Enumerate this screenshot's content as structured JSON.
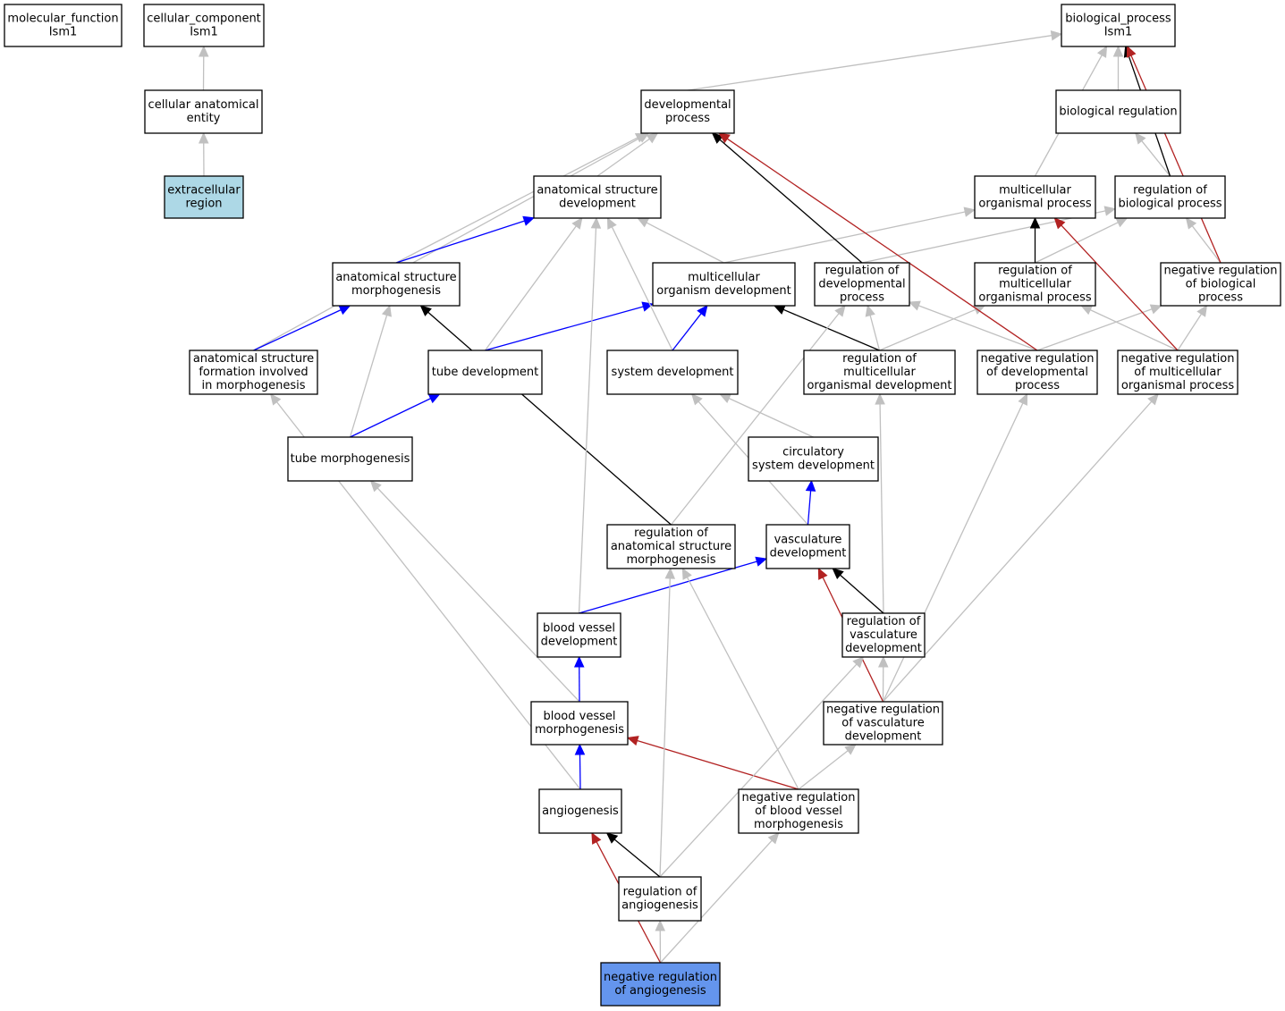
{
  "colors": {
    "is_a": "#c0c0c0",
    "part_of": "#0000ff",
    "regulates": "#000000",
    "negatively_regulates": "#b22222",
    "default_fill": "#ffffff",
    "cellular_component_fill": "#add8e6",
    "query_fill": "#6495ed"
  },
  "nodes": [
    {
      "id": "mf",
      "lines": [
        "molecular_function",
        "Ism1"
      ]
    },
    {
      "id": "cc",
      "lines": [
        "cellular_component",
        "Ism1"
      ]
    },
    {
      "id": "bp",
      "lines": [
        "biological_process",
        "Ism1"
      ]
    },
    {
      "id": "cae",
      "lines": [
        "cellular anatomical",
        "entity"
      ]
    },
    {
      "id": "dp",
      "lines": [
        "developmental",
        "process"
      ]
    },
    {
      "id": "br",
      "lines": [
        "biological regulation"
      ]
    },
    {
      "id": "er",
      "lines": [
        "extracellular",
        "region"
      ],
      "fill": "cellular_component_fill"
    },
    {
      "id": "asd",
      "lines": [
        "anatomical structure",
        "development"
      ]
    },
    {
      "id": "mop",
      "lines": [
        "multicellular",
        "organismal process"
      ]
    },
    {
      "id": "rbp",
      "lines": [
        "regulation of",
        "biological process"
      ]
    },
    {
      "id": "asm",
      "lines": [
        "anatomical structure",
        "morphogenesis"
      ]
    },
    {
      "id": "mod",
      "lines": [
        "multicellular",
        "organism development"
      ]
    },
    {
      "id": "rdp",
      "lines": [
        "regulation of",
        "developmental",
        "process"
      ]
    },
    {
      "id": "rmop",
      "lines": [
        "regulation of",
        "multicellular",
        "organismal process"
      ]
    },
    {
      "id": "nrbp",
      "lines": [
        "negative regulation",
        "of biological",
        "process"
      ]
    },
    {
      "id": "asf",
      "lines": [
        "anatomical structure",
        "formation involved",
        "in morphogenesis"
      ]
    },
    {
      "id": "td",
      "lines": [
        "tube development"
      ]
    },
    {
      "id": "sd",
      "lines": [
        "system development"
      ]
    },
    {
      "id": "rmod",
      "lines": [
        "regulation of",
        "multicellular",
        "organismal development"
      ]
    },
    {
      "id": "nrdp",
      "lines": [
        "negative regulation",
        "of developmental",
        "process"
      ]
    },
    {
      "id": "nrmop",
      "lines": [
        "negative regulation",
        "of multicellular",
        "organismal process"
      ]
    },
    {
      "id": "tm",
      "lines": [
        "tube morphogenesis"
      ]
    },
    {
      "id": "csd",
      "lines": [
        "circulatory",
        "system development"
      ]
    },
    {
      "id": "rasm",
      "lines": [
        "regulation of",
        "anatomical structure",
        "morphogenesis"
      ]
    },
    {
      "id": "vd",
      "lines": [
        "vasculature",
        "development"
      ]
    },
    {
      "id": "bvd",
      "lines": [
        "blood vessel",
        "development"
      ]
    },
    {
      "id": "rvd",
      "lines": [
        "regulation of",
        "vasculature",
        "development"
      ]
    },
    {
      "id": "bvm",
      "lines": [
        "blood vessel",
        "morphogenesis"
      ]
    },
    {
      "id": "nrvd",
      "lines": [
        "negative regulation",
        "of vasculature",
        "development"
      ]
    },
    {
      "id": "ang",
      "lines": [
        "angiogenesis"
      ]
    },
    {
      "id": "nrbvm",
      "lines": [
        "negative regulation",
        "of blood vessel",
        "morphogenesis"
      ]
    },
    {
      "id": "ra",
      "lines": [
        "regulation of",
        "angiogenesis"
      ]
    },
    {
      "id": "nra",
      "lines": [
        "negative regulation",
        "of angiogenesis"
      ],
      "fill": "query_fill"
    }
  ],
  "edges": [
    {
      "from": "cae",
      "to": "cc",
      "type": "is_a"
    },
    {
      "from": "er",
      "to": "cae",
      "type": "is_a"
    },
    {
      "from": "dp",
      "to": "bp",
      "type": "is_a"
    },
    {
      "from": "br",
      "to": "bp",
      "type": "is_a"
    },
    {
      "from": "mop",
      "to": "bp",
      "type": "is_a"
    },
    {
      "from": "rbp",
      "to": "br",
      "type": "is_a"
    },
    {
      "from": "rbp",
      "to": "bp",
      "type": "regulates"
    },
    {
      "from": "nrbp",
      "to": "rbp",
      "type": "is_a"
    },
    {
      "from": "nrbp",
      "to": "bp",
      "type": "negatively_regulates"
    },
    {
      "from": "asd",
      "to": "dp",
      "type": "is_a"
    },
    {
      "from": "asm",
      "to": "dp",
      "type": "is_a"
    },
    {
      "from": "asf",
      "to": "dp",
      "type": "is_a"
    },
    {
      "from": "asm",
      "to": "asd",
      "type": "part_of"
    },
    {
      "from": "mod",
      "to": "asd",
      "type": "is_a"
    },
    {
      "from": "mod",
      "to": "mop",
      "type": "is_a"
    },
    {
      "from": "rdp",
      "to": "rbp",
      "type": "is_a"
    },
    {
      "from": "rdp",
      "to": "dp",
      "type": "regulates"
    },
    {
      "from": "rmop",
      "to": "rbp",
      "type": "is_a"
    },
    {
      "from": "rmop",
      "to": "mop",
      "type": "regulates"
    },
    {
      "from": "asf",
      "to": "asm",
      "type": "part_of"
    },
    {
      "from": "td",
      "to": "asd",
      "type": "is_a"
    },
    {
      "from": "td",
      "to": "mod",
      "type": "part_of"
    },
    {
      "from": "sd",
      "to": "asd",
      "type": "is_a"
    },
    {
      "from": "sd",
      "to": "mod",
      "type": "part_of"
    },
    {
      "from": "rmod",
      "to": "rdp",
      "type": "is_a"
    },
    {
      "from": "rmod",
      "to": "rmop",
      "type": "is_a"
    },
    {
      "from": "rmod",
      "to": "mod",
      "type": "regulates"
    },
    {
      "from": "nrdp",
      "to": "rdp",
      "type": "is_a"
    },
    {
      "from": "nrdp",
      "to": "nrbp",
      "type": "is_a"
    },
    {
      "from": "nrdp",
      "to": "dp",
      "type": "negatively_regulates"
    },
    {
      "from": "nrmop",
      "to": "rmop",
      "type": "is_a"
    },
    {
      "from": "nrmop",
      "to": "nrbp",
      "type": "is_a"
    },
    {
      "from": "nrmop",
      "to": "mop",
      "type": "negatively_regulates"
    },
    {
      "from": "tm",
      "to": "asm",
      "type": "is_a"
    },
    {
      "from": "tm",
      "to": "td",
      "type": "part_of"
    },
    {
      "from": "csd",
      "to": "sd",
      "type": "is_a"
    },
    {
      "from": "rasm",
      "to": "rdp",
      "type": "is_a"
    },
    {
      "from": "rasm",
      "to": "asm",
      "type": "regulates"
    },
    {
      "from": "vd",
      "to": "sd",
      "type": "is_a"
    },
    {
      "from": "vd",
      "to": "csd",
      "type": "part_of"
    },
    {
      "from": "bvd",
      "to": "asd",
      "type": "is_a"
    },
    {
      "from": "bvd",
      "to": "vd",
      "type": "part_of"
    },
    {
      "from": "rvd",
      "to": "rmod",
      "type": "is_a"
    },
    {
      "from": "rvd",
      "to": "vd",
      "type": "regulates"
    },
    {
      "from": "bvm",
      "to": "tm",
      "type": "is_a"
    },
    {
      "from": "bvm",
      "to": "bvd",
      "type": "part_of"
    },
    {
      "from": "nrvd",
      "to": "rvd",
      "type": "is_a"
    },
    {
      "from": "nrvd",
      "to": "nrdp",
      "type": "is_a"
    },
    {
      "from": "nrvd",
      "to": "nrmop",
      "type": "is_a"
    },
    {
      "from": "nrvd",
      "to": "vd",
      "type": "negatively_regulates"
    },
    {
      "from": "ang",
      "to": "asf",
      "type": "is_a"
    },
    {
      "from": "ang",
      "to": "bvm",
      "type": "part_of"
    },
    {
      "from": "nrbvm",
      "to": "rasm",
      "type": "is_a"
    },
    {
      "from": "nrbvm",
      "to": "nrvd",
      "type": "is_a"
    },
    {
      "from": "nrbvm",
      "to": "bvm",
      "type": "negatively_regulates"
    },
    {
      "from": "ra",
      "to": "rasm",
      "type": "is_a"
    },
    {
      "from": "ra",
      "to": "rvd",
      "type": "is_a"
    },
    {
      "from": "ra",
      "to": "ang",
      "type": "regulates"
    },
    {
      "from": "nra",
      "to": "ra",
      "type": "is_a"
    },
    {
      "from": "nra",
      "to": "nrbvm",
      "type": "is_a"
    },
    {
      "from": "nra",
      "to": "ang",
      "type": "negatively_regulates"
    }
  ]
}
